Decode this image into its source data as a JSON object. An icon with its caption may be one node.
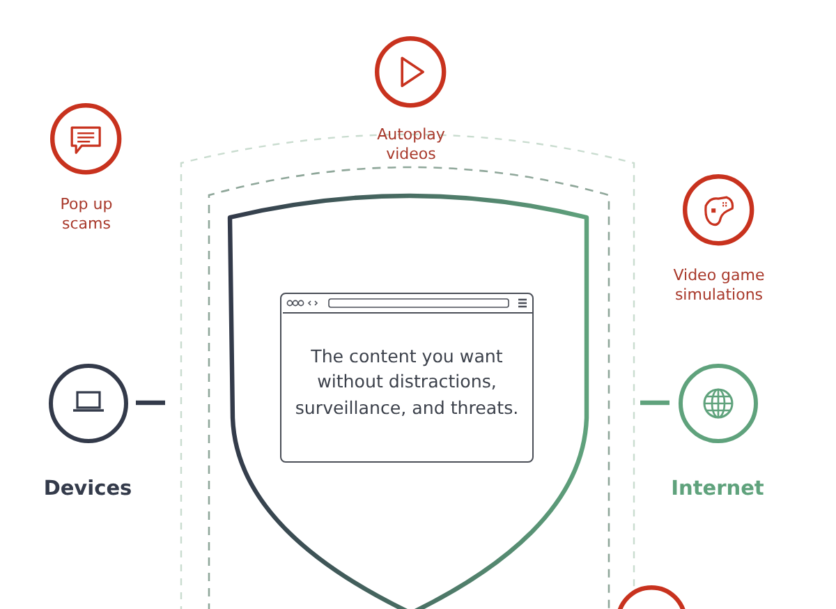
{
  "diagram": {
    "nodes": [
      {
        "text": [
          "Pop up scams"
        ]
      },
      {
        "text": [
          "Autoplay videos"
        ]
      },
      {
        "text": [
          "Video game simulations"
        ]
      },
      {
        "text": [
          "Devices"
        ]
      },
      {
        "text": [
          "Internet"
        ]
      },
      {
        "text": [
          "The content you want without distractions, surveillance, and threats."
        ]
      },
      {
        "text": [],
        "shape": "circle"
      }
    ],
    "edges": [
      {
        "from": 3,
        "to": null,
        "arrow": "none",
        "color": "#333a4a"
      },
      {
        "from": 4,
        "to": null,
        "arrow": "none",
        "color": "#5fa27c"
      }
    ]
  }
}
